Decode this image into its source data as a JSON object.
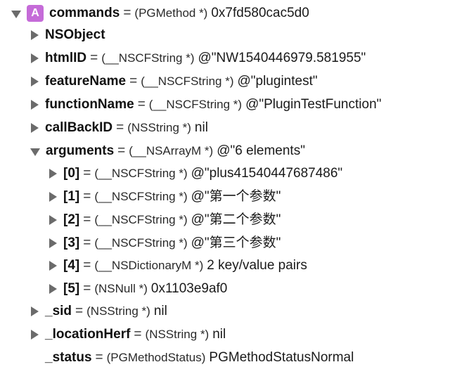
{
  "variables": {
    "root": {
      "badge": "A",
      "name": "commands",
      "type": "(PGMethod *)",
      "value": "0x7fd580cac5d0"
    },
    "children": [
      {
        "name": "NSObject",
        "type": "",
        "value": ""
      },
      {
        "name": "htmlID",
        "type": "(__NSCFString *)",
        "value": "@\"NW1540446979.581955\""
      },
      {
        "name": "featureName",
        "type": "(__NSCFString *)",
        "value": "@\"plugintest\""
      },
      {
        "name": "functionName",
        "type": "(__NSCFString *)",
        "value": "@\"PluginTestFunction\""
      },
      {
        "name": "callBackID",
        "type": "(NSString *)",
        "value": "nil"
      },
      {
        "name": "arguments",
        "type": "(__NSArrayM *)",
        "value": "@\"6 elements\""
      }
    ],
    "arguments_items": [
      {
        "name": "[0]",
        "type": "(__NSCFString *)",
        "value": "@\"plus41540447687486\""
      },
      {
        "name": "[1]",
        "type": "(__NSCFString *)",
        "value": "@\"第一个参数\""
      },
      {
        "name": "[2]",
        "type": "(__NSCFString *)",
        "value": "@\"第二个参数\""
      },
      {
        "name": "[3]",
        "type": "(__NSCFString *)",
        "value": "@\"第三个参数\""
      },
      {
        "name": "[4]",
        "type": "(__NSDictionaryM *)",
        "value": "2 key/value pairs"
      },
      {
        "name": "[5]",
        "type": "(NSNull *)",
        "value": "0x1103e9af0"
      }
    ],
    "tail": [
      {
        "name": "_sid",
        "type": "(NSString *)",
        "value": "nil"
      },
      {
        "name": "_locationHerf",
        "type": "(NSString *)",
        "value": "nil"
      },
      {
        "name": "_status",
        "type": "(PGMethodStatus)",
        "value": "PGMethodStatusNormal"
      }
    ]
  }
}
